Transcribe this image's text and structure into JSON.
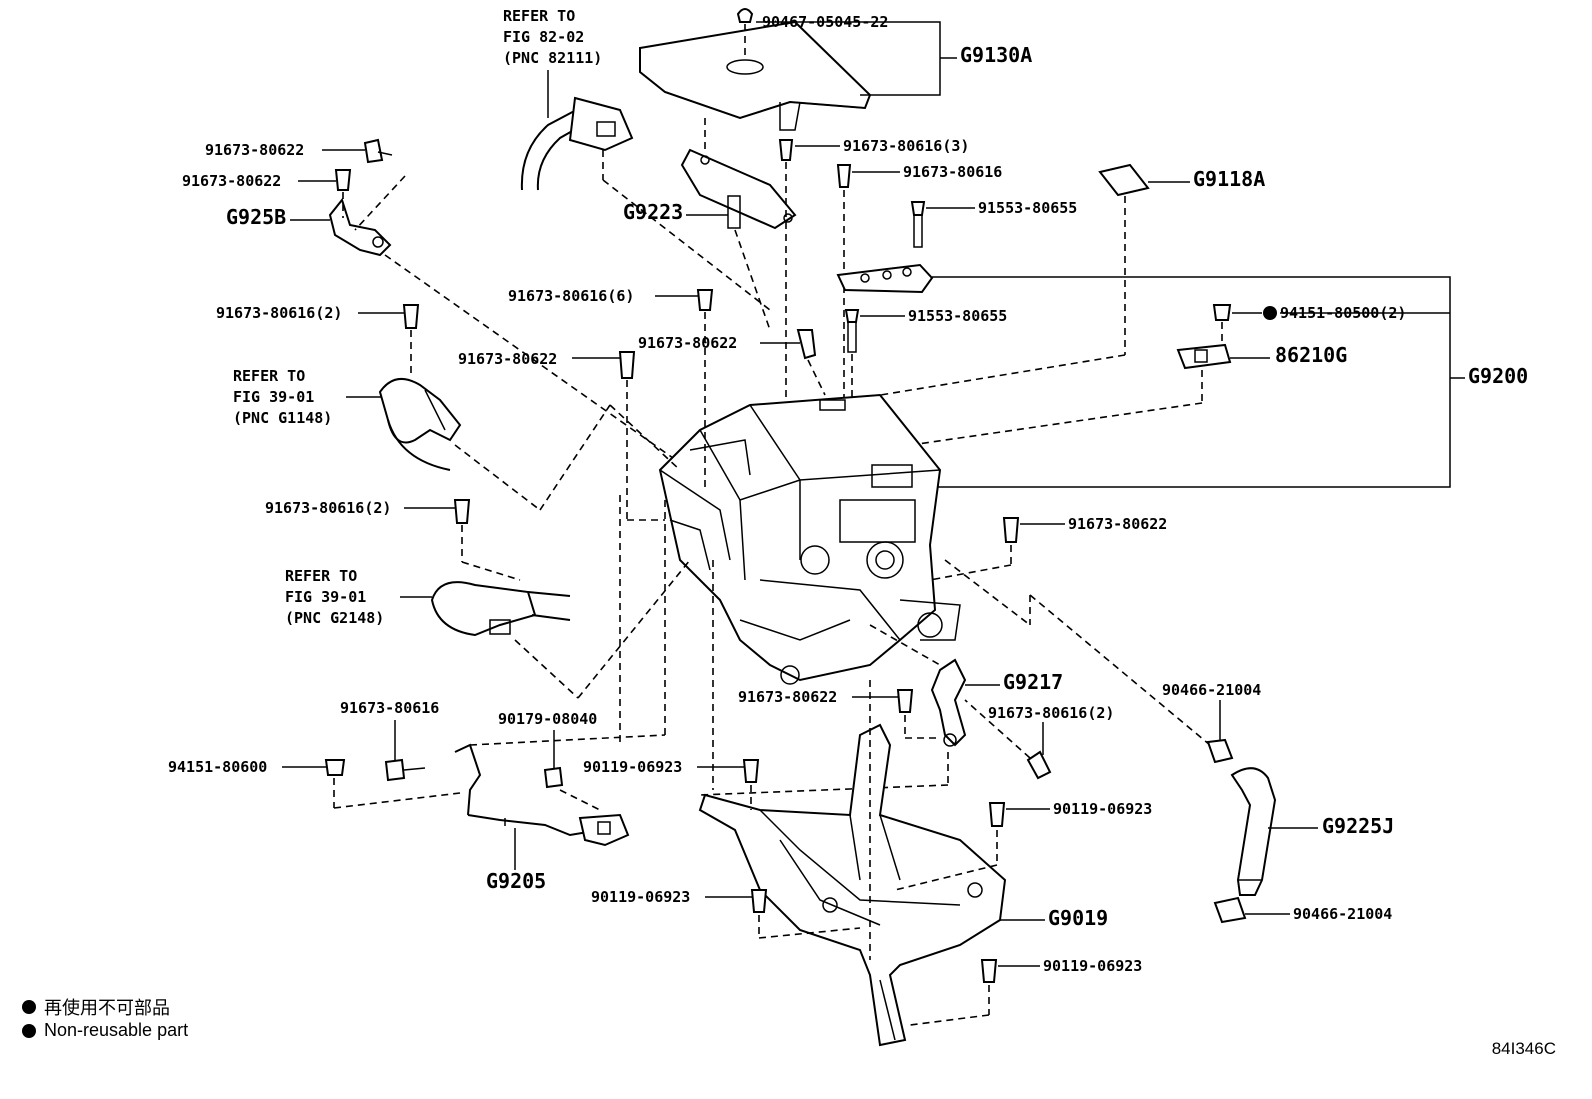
{
  "diagram": {
    "labels": {
      "p90467": "90467-05045-22",
      "g9130a": "G9130A",
      "ref82_1": "REFER TO",
      "ref82_2": "FIG 82-02",
      "ref82_3": "(PNC 82111)",
      "p91673_80622_a": "91673-80622",
      "p91673_80622_b": "91673-80622",
      "g925b": "G925B",
      "g9223": "G9223",
      "p91673_80616_3": "91673-80616(3)",
      "p91673_80616_a": "91673-80616",
      "g9118a": "G9118A",
      "p91553_a": "91553-80655",
      "p91553_b": "91553-80655",
      "p91673_80616_6": "91673-80616(6)",
      "p91673_80616_2a": "91673-80616(2)",
      "p91673_80622_c": "91673-80622",
      "p91673_80622_d": "91673-80622",
      "p94151_80500": "94151-80500(2)",
      "p86210g": "86210G",
      "g9200": "G9200",
      "ref39a_1": "REFER TO",
      "ref39a_2": "FIG 39-01",
      "ref39a_3": "(PNC G1148)",
      "p91673_80616_2b": "91673-80616(2)",
      "p91673_80622_e": "91673-80622",
      "ref39b_1": "REFER TO",
      "ref39b_2": "FIG 39-01",
      "ref39b_3": "(PNC G2148)",
      "p91673_80622_f": "91673-80622",
      "g9217": "G9217",
      "p91673_80616_2c": "91673-80616(2)",
      "p90466_a": "90466-21004",
      "p91673_80616_b": "91673-80616",
      "p90179": "90179-08040",
      "p94151_80600": "94151-80600",
      "p90119_a": "90119-06923",
      "p90119_b": "90119-06923",
      "g9225j": "G9225J",
      "g9205": "G9205",
      "p90119_c": "90119-06923",
      "g9019": "G9019",
      "p90466_b": "90466-21004",
      "p90119_d": "90119-06923"
    },
    "legend": {
      "item1": "再使用不可部品",
      "item2": "Non-reusable part"
    },
    "figure_id": "84I346C"
  }
}
